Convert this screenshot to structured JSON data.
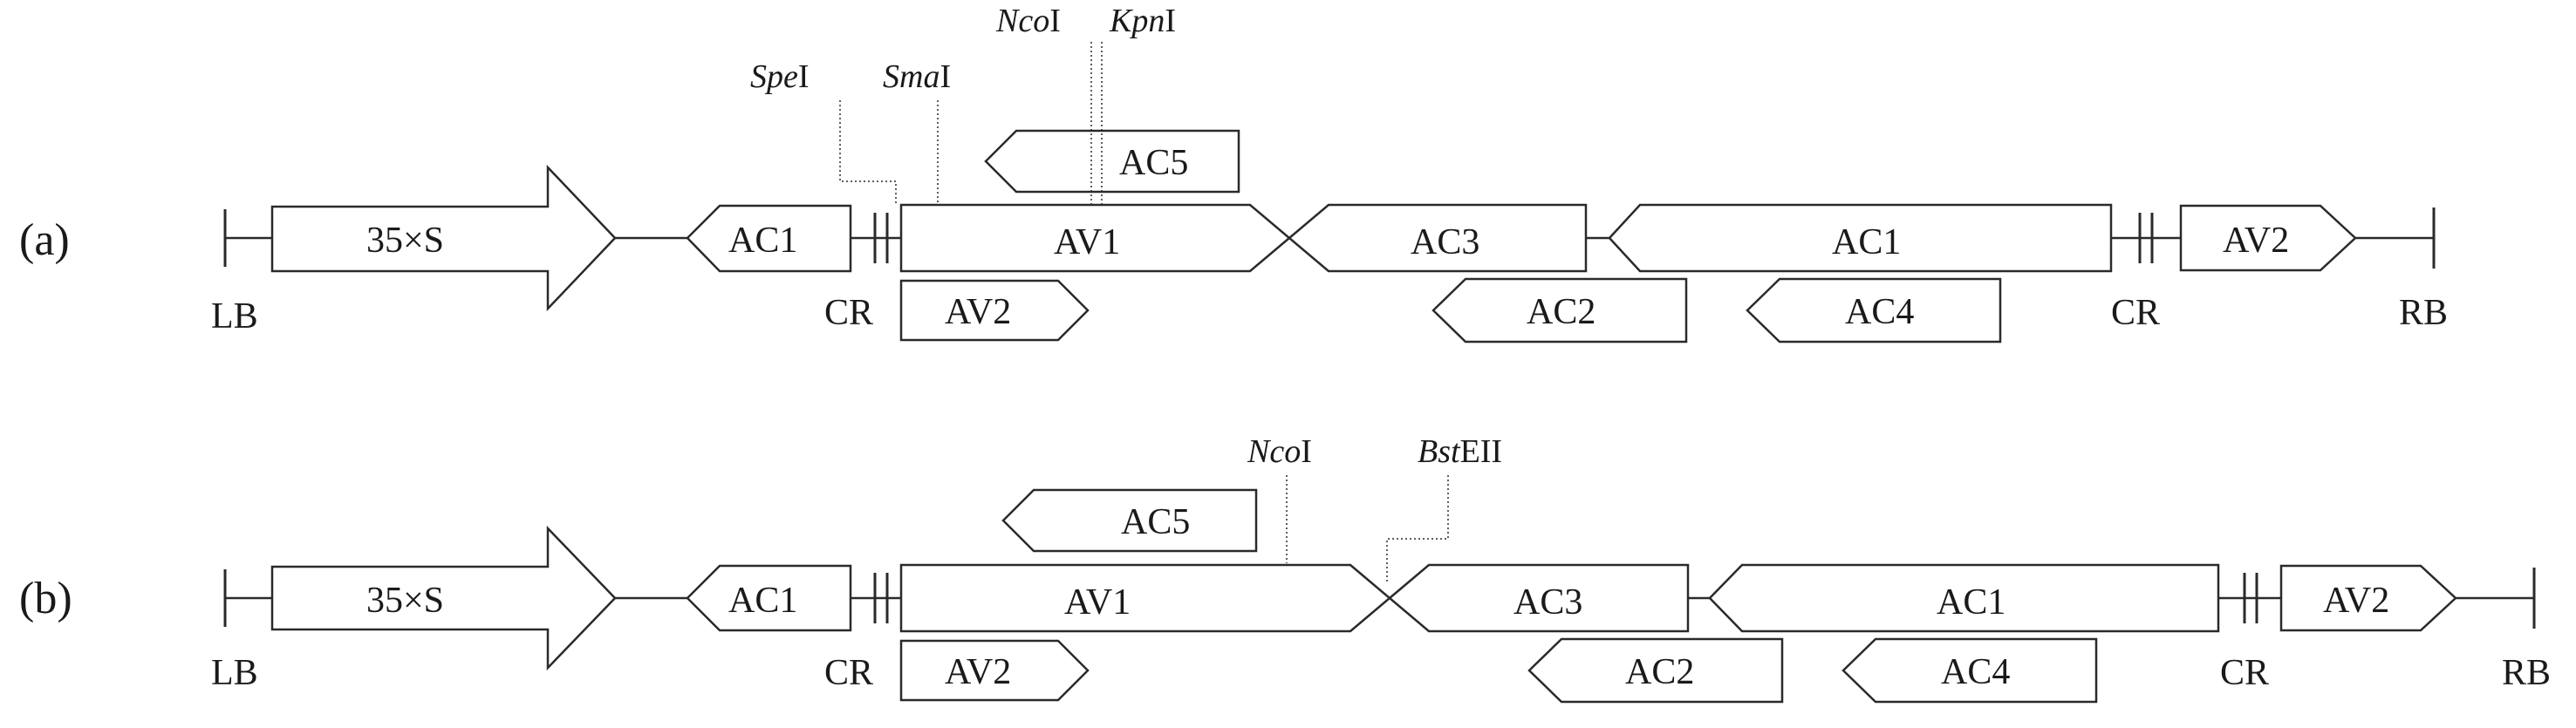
{
  "panels": [
    {
      "id": "a",
      "label": "(a)",
      "promoter": "35×S",
      "left_gene": "AC1",
      "av1": "AV1",
      "ac3": "AC3",
      "ac1": "AC1",
      "right_av2": "AV2",
      "lower_av2": "AV2",
      "ac2": "AC2",
      "ac4": "AC4",
      "ac5": "AC5",
      "lb": "LB",
      "rb": "RB",
      "cr_left": "CR",
      "cr_right": "CR",
      "sites": [
        {
          "name": "Spe",
          "suffix": "I"
        },
        {
          "name": "Sma",
          "suffix": "I"
        },
        {
          "name": "Nco",
          "suffix": "I"
        },
        {
          "name": "Kpn",
          "suffix": "I"
        }
      ]
    },
    {
      "id": "b",
      "label": "(b)",
      "promoter": "35×S",
      "left_gene": "AC1",
      "av1": "AV1",
      "ac3": "AC3",
      "ac1": "AC1",
      "right_av2": "AV2",
      "lower_av2": "AV2",
      "ac2": "AC2",
      "ac4": "AC4",
      "ac5": "AC5",
      "lb": "LB",
      "rb": "RB",
      "cr_left": "CR",
      "cr_right": "CR",
      "sites": [
        {
          "name": "Nco",
          "suffix": "I"
        },
        {
          "name": "Bst",
          "suffix": "EII"
        }
      ]
    }
  ]
}
